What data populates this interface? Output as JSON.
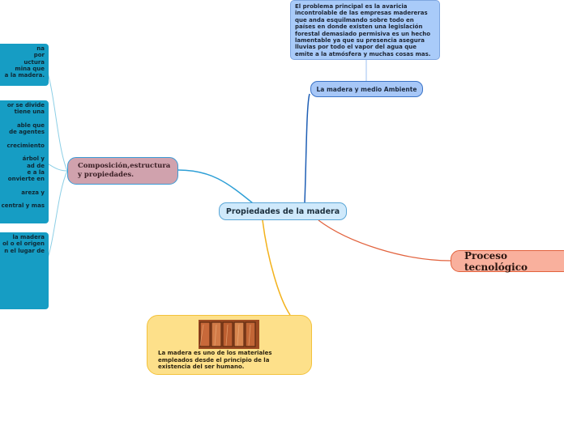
{
  "central": {
    "label": "Propiedades de la madera"
  },
  "branches": {
    "medio_ambiente": {
      "label": "La madera y medio Ambiente",
      "detail": "El problema principal es la avaricia incontrolable de las empresas madereras que anda esquilmando sobre todo en países en donde existen una legislación forestal demasiado permisiva es un  hecho lamentable ya que su presencia asegura lluvias por todo el vapor del agua que emite a la atmósfera y muchas cosas mas."
    },
    "composicion": {
      "label": "Composición,estructura y propiedades.",
      "details": [
        [
          "na",
          "por",
          "uctura",
          "mina que",
          "a la madera."
        ],
        [
          "or se divide",
          "tiene una",
          "",
          "able que",
          "de agentes",
          "",
          "crecimiento",
          "",
          "árbol  y",
          "ad de",
          "e a la",
          "onvierte en",
          "",
          "areza y",
          "",
          "central y mas"
        ],
        [
          "la madera",
          "ol o el origen",
          "n el lugar de"
        ]
      ]
    },
    "proceso": {
      "label": "Proceso tecnológico"
    },
    "historia": {
      "image": "wood-planks-photo",
      "text": "La madera es uno de los materiales empleados desde el principio de la existencia del ser humano."
    }
  },
  "colors": {
    "central_bg": "#cfe9fb",
    "medio_link": "#1f5fb5",
    "compos_link": "#2d9fd6",
    "proceso_link": "#e2623d",
    "historia_link": "#f3b21c"
  }
}
